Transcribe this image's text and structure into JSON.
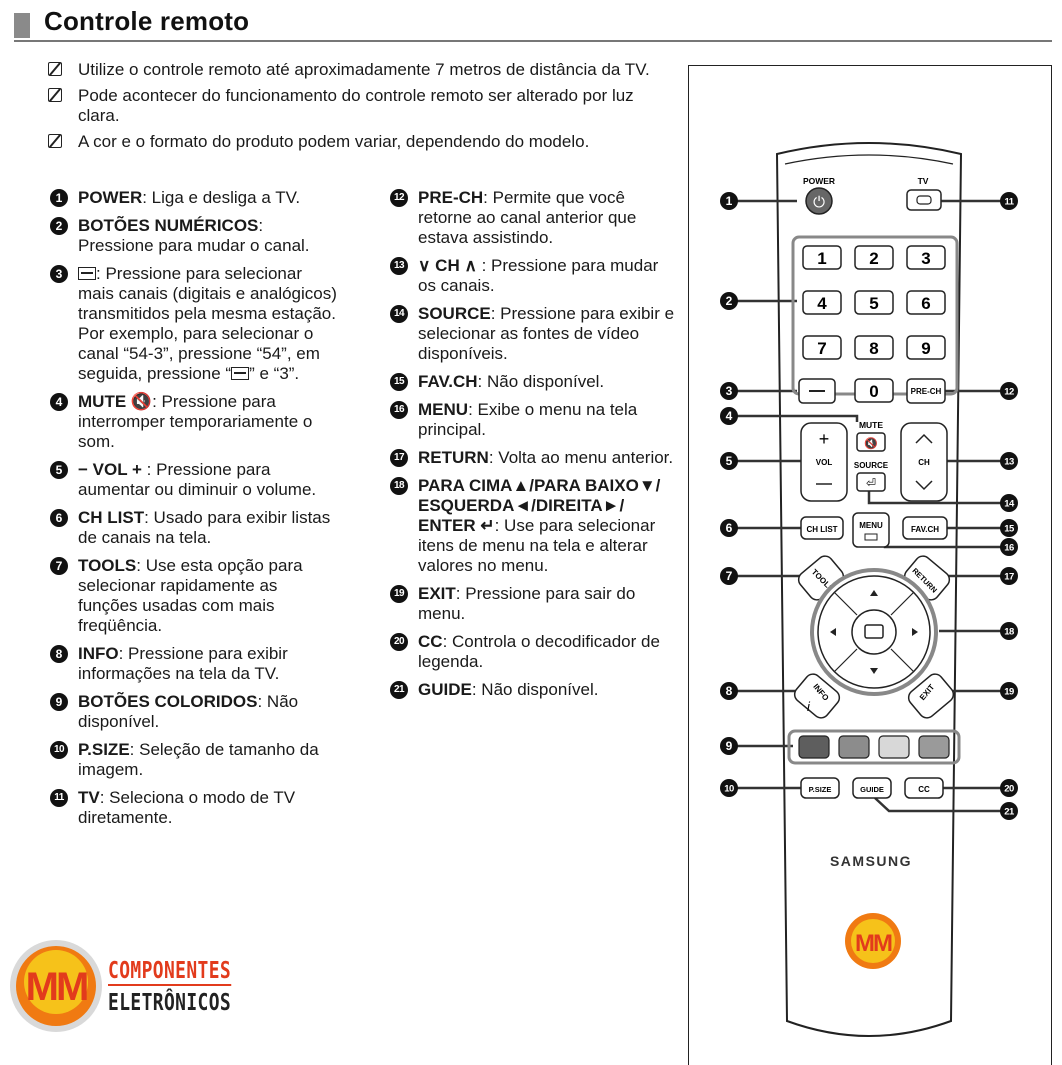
{
  "header": {
    "title": "Controle remoto"
  },
  "notes": [
    "Utilize o controle remoto até aproximadamente 7 metros de distância da TV.",
    "Pode acontecer do funcionamento do controle remoto ser alterado por luz clara.",
    "A cor e o formato do produto podem variar, dependendo do modelo."
  ],
  "items": [
    {
      "n": "1",
      "key": "POWER",
      "text": ": Liga e desliga a TV."
    },
    {
      "n": "2",
      "key": "BOTÕES NUMÉRICOS",
      "text": ": Pressione para mudar o canal."
    },
    {
      "n": "3",
      "key": "",
      "text": ": Pressione para selecionar mais canais (digitais e analógicos) transmitidos pela mesma estação. Por exemplo, para selecionar o canal “54-3”, pressione “54”, em seguida, pressione “",
      "text_b": "” e “3”."
    },
    {
      "n": "4",
      "key": "MUTE 🔇",
      "text": ": Pressione para interromper temporariamente o som."
    },
    {
      "n": "5",
      "key": "− VOL +",
      "text": " : Pressione para aumentar ou diminuir o volume."
    },
    {
      "n": "6",
      "key": "CH LIST",
      "text": ": Usado para exibir listas de canais na tela."
    },
    {
      "n": "7",
      "key": "TOOLS",
      "text": ": Use esta opção para selecionar rapidamente as funções usadas com mais freqüência."
    },
    {
      "n": "8",
      "key": "INFO",
      "text": ": Pressione para exibir informações na tela da TV."
    },
    {
      "n": "9",
      "key": "BOTÕES COLORIDOS",
      "text": ": Não disponível."
    },
    {
      "n": "10",
      "key": "P.SIZE",
      "text": ": Seleção de tamanho da imagem."
    },
    {
      "n": "11",
      "key": "TV",
      "text": ": Seleciona o modo de TV diretamente."
    },
    {
      "n": "12",
      "key": "PRE-CH",
      "text": ": Permite que você retorne ao canal anterior que estava assistindo."
    },
    {
      "n": "13",
      "key": "∨ CH ∧",
      "text": " : Pressione para mudar os canais."
    },
    {
      "n": "14",
      "key": "SOURCE",
      "text": ": Pressione para exibir e selecionar as fontes de vídeo disponíveis."
    },
    {
      "n": "15",
      "key": "FAV.CH",
      "text": ": Não disponível."
    },
    {
      "n": "16",
      "key": "MENU",
      "text": ": Exibe o menu na tela principal."
    },
    {
      "n": "17",
      "key": "RETURN",
      "text": ": Volta ao menu anterior."
    },
    {
      "n": "18",
      "key": "PARA CIMA▲/PARA BAIXO▼/ ESQUERDA◄/DIREITA►/ ENTER ↵",
      "text": ": Use para selecionar itens de menu na tela e alterar valores no menu."
    },
    {
      "n": "19",
      "key": "EXIT",
      "text": ": Pressione para sair do menu."
    },
    {
      "n": "20",
      "key": "CC",
      "text": ": Controla o decodificador de legenda."
    },
    {
      "n": "21",
      "key": "GUIDE",
      "text": ": Não disponível."
    }
  ],
  "remote": {
    "power": "POWER",
    "tv": "TV",
    "digits": [
      "1",
      "2",
      "3",
      "4",
      "5",
      "6",
      "7",
      "8",
      "9",
      "0"
    ],
    "prech": "PRE-CH",
    "mute": "MUTE",
    "vol": "VOL",
    "ch": "CH",
    "source": "SOURCE",
    "chlist": "CH LIST",
    "menu": "MENU",
    "favch": "FAV.CH",
    "tools": "TOOLS",
    "return": "RETURN",
    "info": "INFO",
    "exit": "EXIT",
    "psize": "P.SIZE",
    "guide": "GUIDE",
    "cc": "CC",
    "brand": "SAMSUNG",
    "callouts": [
      "1",
      "2",
      "3",
      "4",
      "5",
      "6",
      "7",
      "8",
      "9",
      "10",
      "11",
      "12",
      "13",
      "14",
      "15",
      "16",
      "17",
      "18",
      "19",
      "20",
      "21"
    ],
    "color_buttons": [
      "#5e5e5e",
      "#8c8c8c",
      "#d8d8d8",
      "#9a9a9a"
    ],
    "logo_badge": "MM"
  },
  "logo": {
    "badge": "MM",
    "line1": "COMPONENTES",
    "line2": "ELETRÔNICOS"
  },
  "colors": {
    "accent": "#e23b1c",
    "logo_yellow": "#f6c21a",
    "logo_orange": "#f07a12"
  }
}
